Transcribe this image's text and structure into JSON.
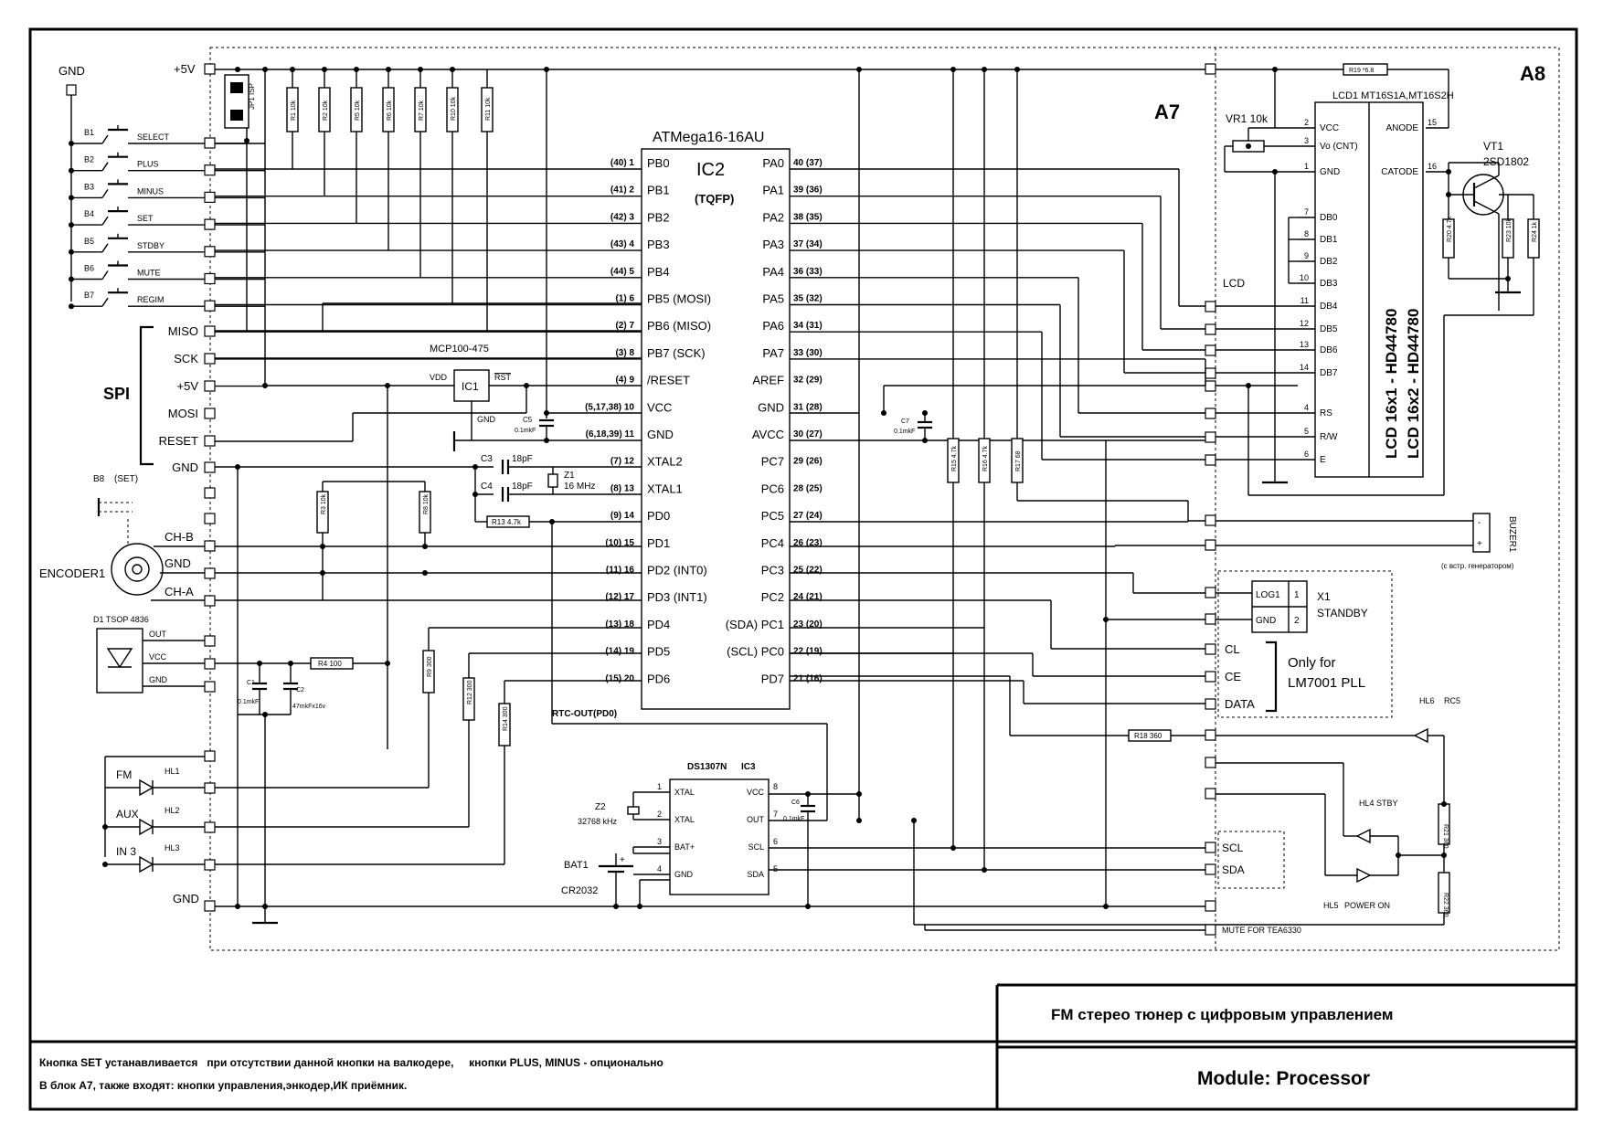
{
  "blocks": {
    "a7": "A7",
    "a8": "A8"
  },
  "mcu": {
    "ref": "IC2",
    "part": "ATMega16-16AU",
    "package": "(TQFP)",
    "left_pins": [
      {
        "num": "(40) 1",
        "name": "PB0"
      },
      {
        "num": "(41) 2",
        "name": "PB1"
      },
      {
        "num": "(42) 3",
        "name": "PB2"
      },
      {
        "num": "(43) 4",
        "name": "PB3"
      },
      {
        "num": "(44) 5",
        "name": "PB4"
      },
      {
        "num": "(1) 6",
        "name": "PB5 (MOSI)"
      },
      {
        "num": "(2) 7",
        "name": "PB6 (MISO)"
      },
      {
        "num": "(3) 8",
        "name": "PB7 (SCK)"
      },
      {
        "num": "(4) 9",
        "name": "/RESET"
      },
      {
        "num": "(5,17,38) 10",
        "name": "VCC"
      },
      {
        "num": "(6,18,39) 11",
        "name": "GND"
      },
      {
        "num": "(7) 12",
        "name": "XTAL2"
      },
      {
        "num": "(8) 13",
        "name": "XTAL1"
      },
      {
        "num": "(9) 14",
        "name": "PD0"
      },
      {
        "num": "(10) 15",
        "name": "PD1"
      },
      {
        "num": "(11) 16",
        "name": "PD2 (INT0)"
      },
      {
        "num": "(12) 17",
        "name": "PD3 (INT1)"
      },
      {
        "num": "(13) 18",
        "name": "PD4"
      },
      {
        "num": "(14) 19",
        "name": "PD5"
      },
      {
        "num": "(15) 20",
        "name": "PD6"
      }
    ],
    "right_pins": [
      {
        "num": "40 (37)",
        "name": "PA0"
      },
      {
        "num": "39 (36)",
        "name": "PA1"
      },
      {
        "num": "38 (35)",
        "name": "PA2"
      },
      {
        "num": "37 (34)",
        "name": "PA3"
      },
      {
        "num": "36 (33)",
        "name": "PA4"
      },
      {
        "num": "35 (32)",
        "name": "PA5"
      },
      {
        "num": "34 (31)",
        "name": "PA6"
      },
      {
        "num": "33 (30)",
        "name": "PA7"
      },
      {
        "num": "32 (29)",
        "name": "AREF"
      },
      {
        "num": "31 (28)",
        "name": "GND"
      },
      {
        "num": "30 (27)",
        "name": "AVCC"
      },
      {
        "num": "29 (26)",
        "name": "PC7"
      },
      {
        "num": "28 (25)",
        "name": "PC6"
      },
      {
        "num": "27 (24)",
        "name": "PC5"
      },
      {
        "num": "26 (23)",
        "name": "PC4"
      },
      {
        "num": "25 (22)",
        "name": "PC3"
      },
      {
        "num": "24 (21)",
        "name": "PC2"
      },
      {
        "num": "23 (20)",
        "name": "(SDA) PC1"
      },
      {
        "num": "22 (19)",
        "name": "(SCL) PC0"
      },
      {
        "num": "21 (16)",
        "name": "PD7"
      }
    ]
  },
  "left_connector": {
    "gnd_top": "GND",
    "plus5v_top": "+5V",
    "jumper": "JP1 ISP",
    "buttons": [
      {
        "ref": "B1",
        "name": "SELECT"
      },
      {
        "ref": "B2",
        "name": "PLUS"
      },
      {
        "ref": "B3",
        "name": "MINUS"
      },
      {
        "ref": "B4",
        "name": "SET"
      },
      {
        "ref": "B5",
        "name": "STDBY"
      },
      {
        "ref": "B6",
        "name": "MUTE"
      },
      {
        "ref": "B7",
        "name": "REGIM"
      }
    ],
    "spi_label": "SPI",
    "spi_pins": [
      "MISO",
      "SCK",
      "+5V",
      "MOSI",
      "RESET",
      "GND"
    ],
    "b8": "B8",
    "b8_name": "(SET)",
    "encoder": "ENCODER1",
    "enc_pins": [
      "CH-B",
      "GND",
      "CH-A"
    ],
    "tsop": "D1  TSOP 4836",
    "tsop_pins": [
      "OUT",
      "VCC",
      "GND"
    ],
    "leds": [
      {
        "label": "FM",
        "ref": "HL1"
      },
      {
        "label": "AUX",
        "ref": "HL2"
      },
      {
        "label": "IN 3",
        "ref": "HL3"
      }
    ],
    "gnd_bottom": "GND"
  },
  "resistors_top": [
    "R1  10k",
    "R2  10k",
    "R5  10k",
    "R6  10k",
    "R7  10k",
    "R10 10k",
    "R11 10k"
  ],
  "reset_ic": {
    "ref": "IC1",
    "part": "MCP100-475",
    "vdd": "VDD",
    "rst": "RST",
    "gnd": "GND"
  },
  "caps": {
    "c5": "C5",
    "c5v": "0.1mkF",
    "c3": "C3",
    "c3v": "18pF",
    "c4": "C4",
    "c4v": "18pF",
    "z1": "Z1",
    "z1v": "16 MHz",
    "c7": "C7",
    "c7v": "0.1mkF",
    "c1": "C1",
    "c1v": "0.1mkF",
    "c2": "C2",
    "c2v": "47mkFx16v",
    "c6": "C6",
    "c6v": "0.1mkF"
  },
  "resistors_misc": {
    "r13": "R13  4.7k",
    "r3": "R3  10k",
    "r8": "R8  10k",
    "r4": "R4 100",
    "r9": "R9  300",
    "r12": "R12  300",
    "r14": "R14  300",
    "r15": "R15  4.7k",
    "r16": "R16  4.7k",
    "r17": "R17  68",
    "r18": "R18  360",
    "r19": "R19 *6.8",
    "r21": "R21  360",
    "r22": "R22  360",
    "r20": "R20  4.7k",
    "r23": "R23  10k",
    "r24": "R24  1k"
  },
  "rtc": {
    "ref": "IC3",
    "part": "DS1307N",
    "rtc_out": "RTC-OUT(PD0)",
    "left": [
      {
        "num": "1",
        "name": "XTAL"
      },
      {
        "num": "2",
        "name": "XTAL"
      },
      {
        "num": "3",
        "name": "BAT+"
      },
      {
        "num": "4",
        "name": "GND"
      }
    ],
    "right": [
      {
        "num": "8",
        "name": "VCC"
      },
      {
        "num": "7",
        "name": "OUT"
      },
      {
        "num": "6",
        "name": "SCL"
      },
      {
        "num": "5",
        "name": "SDA"
      }
    ],
    "z2": "Z2",
    "z2v": "32768 kHz",
    "bat": "BAT1",
    "batv": "CR2032"
  },
  "lcd": {
    "ref": "LCD1  MT16S1A,MT16S2H",
    "vr": "VR1 10k",
    "conn": "LCD",
    "left": [
      {
        "num": "2",
        "name": "VCC"
      },
      {
        "num": "3",
        "name": "Vo (CNT)"
      },
      {
        "num": "1",
        "name": "GND"
      },
      {
        "num": "7",
        "name": "DB0"
      },
      {
        "num": "8",
        "name": "DB1"
      },
      {
        "num": "9",
        "name": "DB2"
      },
      {
        "num": "10",
        "name": "DB3"
      },
      {
        "num": "11",
        "name": "DB4"
      },
      {
        "num": "12",
        "name": "DB5"
      },
      {
        "num": "13",
        "name": "DB6"
      },
      {
        "num": "14",
        "name": "DB7"
      },
      {
        "num": "4",
        "name": "RS"
      },
      {
        "num": "5",
        "name": "R/W"
      },
      {
        "num": "6",
        "name": "E"
      }
    ],
    "right": [
      {
        "num": "15",
        "name": "ANODE"
      },
      {
        "num": "16",
        "name": "CATODE"
      }
    ],
    "type1": "LCD 16x1 - HD44780",
    "type2": "LCD 16x2 - HD44780",
    "vt": "VT1",
    "vtp": "2SD1802"
  },
  "right_side": {
    "buzzer": "BUZER1",
    "buzzer_note": "(с встр. генератором)",
    "x1": "X1",
    "x1_name": "STANDBY",
    "x1_pins": [
      {
        "name": "LOG1",
        "num": "1"
      },
      {
        "name": "GND",
        "num": "2"
      }
    ],
    "pll_pins": [
      "CL",
      "CE",
      "DATA"
    ],
    "pll_note1": "Only for",
    "pll_note2": "LM7001 PLL",
    "hl6": "HL6",
    "rc5": "RC5",
    "hl4": "HL4   STBY",
    "hl5": "HL5",
    "power_on": "POWER ON",
    "i2c": [
      "SCL",
      "SDA"
    ],
    "mute": "MUTE FOR TEA6330"
  },
  "title_block": {
    "title": "FM стерео тюнер с цифровым управлением",
    "module": "Module: Processor",
    "note1": "Кнопка SET устанавливается   при отсутствии данной кнопки на валкодере,     кнопки PLUS, MINUS - опционально",
    "note2": "В блок А7, также входят: кнопки управления,энкодер,ИК приёмник."
  }
}
